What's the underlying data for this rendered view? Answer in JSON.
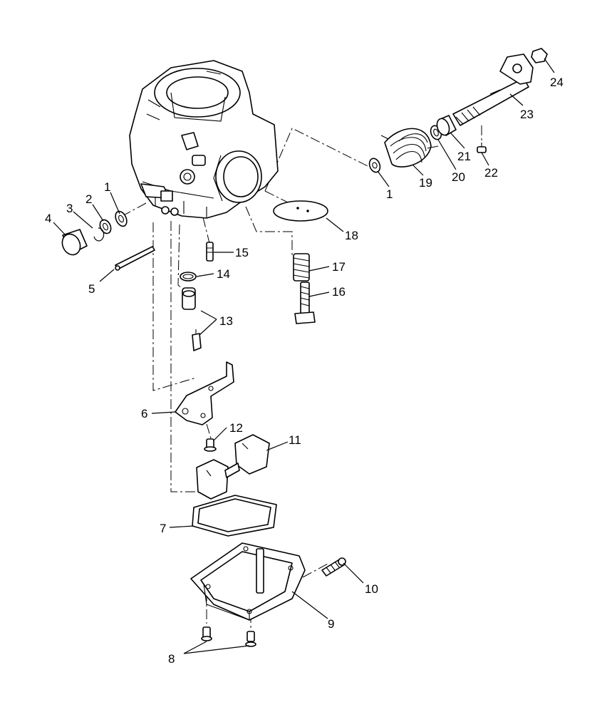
{
  "diagram": {
    "callouts": {
      "c1a": "1",
      "c1b": "1",
      "c2": "2",
      "c3": "3",
      "c4": "4",
      "c5": "5",
      "c6": "6",
      "c7": "7",
      "c8": "8",
      "c9": "9",
      "c10": "10",
      "c11": "11",
      "c12": "12",
      "c13": "13",
      "c14": "14",
      "c15": "15",
      "c16": "16",
      "c17": "17",
      "c18": "18",
      "c19": "19",
      "c20": "20",
      "c21": "21",
      "c22": "22",
      "c23": "23",
      "c24": "24"
    }
  }
}
